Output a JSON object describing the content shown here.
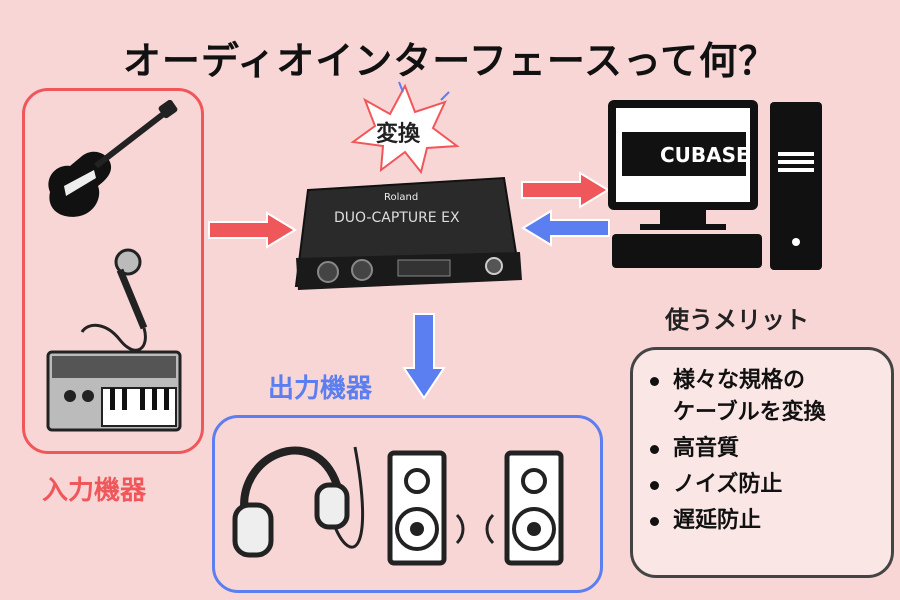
{
  "title": "オーディオインターフェースって何？",
  "input": {
    "label": "入力機器"
  },
  "output": {
    "label": "出力機器"
  },
  "device": {
    "convert_label": "変換",
    "brand": "Roland",
    "model": "DUO-CAPTURE EX"
  },
  "computer": {
    "software": "CUBASE"
  },
  "merits": {
    "title": "使うメリット",
    "items": [
      "様々な規格の\nケーブルを変換",
      "高音質",
      "ノイズ防止",
      "遅延防止"
    ]
  },
  "colors": {
    "background": "#f9d6d6",
    "input": "#f0575a",
    "output": "#5b7ef0",
    "border": "#444444"
  }
}
